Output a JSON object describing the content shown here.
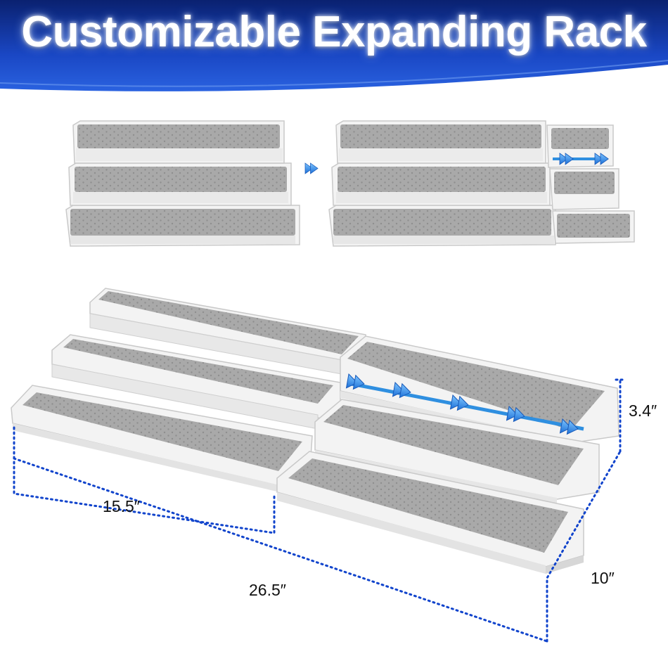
{
  "banner": {
    "title": "Customizable Expanding Rack",
    "color_top": "#0d2a8a",
    "color_bottom": "#1a55d8"
  },
  "dimensions": {
    "height": "3.4″",
    "short_width": "15.5″",
    "full_width": "26.5″",
    "depth": "10″"
  },
  "colors": {
    "rack_frame": "#f3f3f3",
    "rack_edge": "#c9c9c9",
    "tier_mat": "#a9a9a9",
    "dimension_line": "#1144cc",
    "arrow": "#2f8fe0"
  },
  "icons": {
    "expand_arrow": "double-chevron-right-icon"
  }
}
